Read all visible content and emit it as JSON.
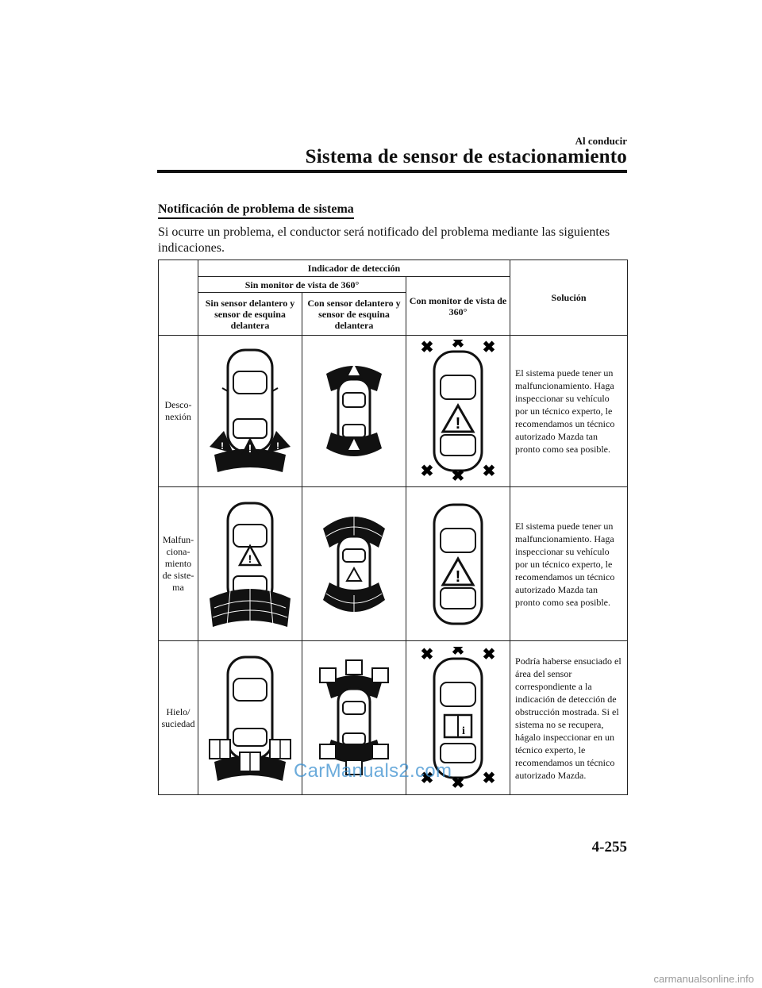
{
  "header": {
    "section_small": "Al conducir",
    "title": "Sistema de sensor de estacionamiento"
  },
  "section": {
    "title": "Notificación de problema de sistema",
    "intro": "Si ocurre un problema, el conductor será notificado del problema mediante las siguientes indicaciones."
  },
  "table": {
    "headers": {
      "detection_indicator": "Indicador de detección",
      "without_360": "Sin monitor de vista de 360°",
      "with_360": "Con monitor de vista de 360°",
      "solution": "Solución",
      "no_front": "Sin sensor delantero y sensor de esquina delantera",
      "with_front": "Con sensor delantero y sensor de esquina delantera"
    },
    "rows": [
      {
        "label": "Desco-\nnexión",
        "solution": "El sistema puede tener un malfuncionamiento. Haga inspeccionar su vehículo por un técnico experto, le recomendamos un técnico autorizado Mazda tan pronto como sea posible."
      },
      {
        "label": "Malfun-\nciona-\nmiento\nde siste-\nma",
        "solution": "El sistema puede tener un malfuncionamiento. Haga inspeccionar su vehículo por un técnico experto, le recomendamos un técnico autorizado Mazda tan pronto como sea posible."
      },
      {
        "label": "Hielo/\nsuciedad",
        "solution": "Podría haberse ensuciado el área del sensor correspondiente a la indicación de detección de obstrucción mostrada. Si el sistema no se recupera, hágalo inspeccionar en un técnico experto, le recomendamos un técnico autorizado Mazda."
      }
    ]
  },
  "watermark": "CarManuals2.com",
  "page_number": "4-255",
  "footer_watermark": "carmanualsonline.info"
}
